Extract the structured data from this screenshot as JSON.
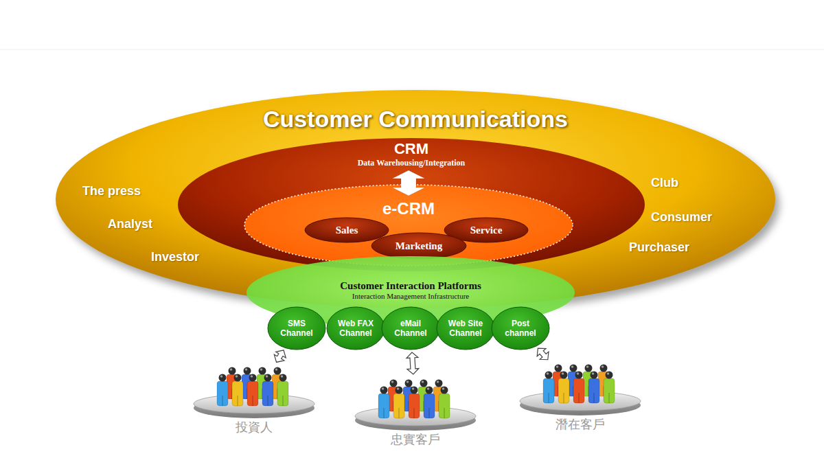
{
  "diagram": {
    "nodes": [
      {
        "text": [
          "Customer Communications"
        ]
      },
      {
        "text": [
          "CRM",
          "Data Warehousing/Integration"
        ],
        "in": 0
      },
      {
        "text": [
          "e-CRM"
        ],
        "in": 1
      },
      {
        "text": [
          "Sales"
        ],
        "in": 2
      },
      {
        "text": [
          "Service"
        ],
        "in": 2
      },
      {
        "text": [
          "Marketing"
        ],
        "in": 2
      },
      {
        "text": [
          "Customer Interaction Platforms",
          "Interaction Management Infrastructure"
        ]
      },
      {
        "text": [
          "SMS Channel"
        ],
        "in": 6
      },
      {
        "text": [
          "Web FAX Channel"
        ],
        "in": 6
      },
      {
        "text": [
          "eMail Channel"
        ],
        "in": 6
      },
      {
        "text": [
          "Web Site Channel"
        ],
        "in": 6
      },
      {
        "text": [
          "Post channel"
        ],
        "in": 6
      },
      {
        "text": [
          "投資人"
        ]
      },
      {
        "text": [
          "忠實客戶"
        ]
      },
      {
        "text": [
          "潛在客戶"
        ]
      }
    ],
    "edges": [
      {
        "from": 1,
        "to": 2,
        "arrow": "both"
      },
      {
        "from": 7,
        "to": 12,
        "arrow": "both"
      },
      {
        "from": 9,
        "to": 13,
        "arrow": "both"
      },
      {
        "from": 11,
        "to": 14,
        "arrow": "both"
      }
    ],
    "labels": [
      "The press",
      "Analyst",
      "Investor",
      "Club",
      "Consumer",
      "Purchaser"
    ]
  }
}
